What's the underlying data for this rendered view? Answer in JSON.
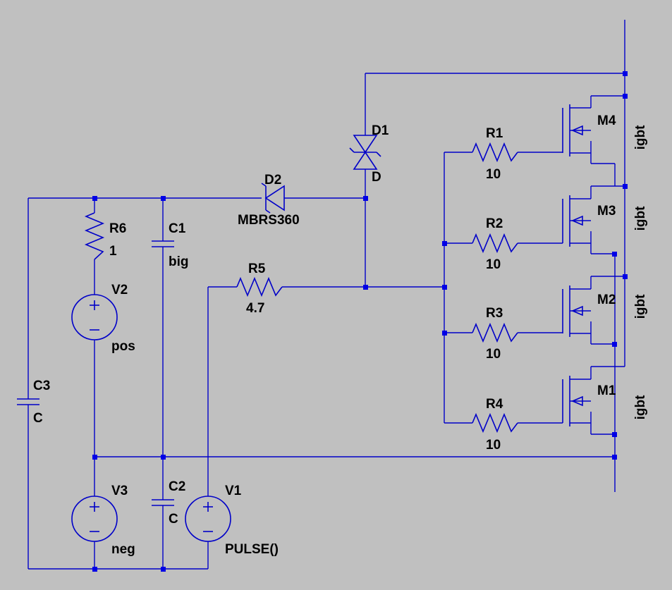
{
  "components": {
    "R1": {
      "ref": "R1",
      "value": "10"
    },
    "R2": {
      "ref": "R2",
      "value": "10"
    },
    "R3": {
      "ref": "R3",
      "value": "10"
    },
    "R4": {
      "ref": "R4",
      "value": "10"
    },
    "R5": {
      "ref": "R5",
      "value": "4.7"
    },
    "R6": {
      "ref": "R6",
      "value": "1"
    },
    "C1": {
      "ref": "C1",
      "value": "big"
    },
    "C2": {
      "ref": "C2",
      "value": "C"
    },
    "C3": {
      "ref": "C3",
      "value": "C"
    },
    "D1": {
      "ref": "D1",
      "value": "D"
    },
    "D2": {
      "ref": "D2",
      "value": "MBRS360"
    },
    "V1": {
      "ref": "V1",
      "value": "PULSE()"
    },
    "V2": {
      "ref": "V2",
      "value": "pos"
    },
    "V3": {
      "ref": "V3",
      "value": "neg"
    },
    "M1": {
      "ref": "M1",
      "value": "igbt"
    },
    "M2": {
      "ref": "M2",
      "value": "igbt"
    },
    "M3": {
      "ref": "M3",
      "value": "igbt"
    },
    "M4": {
      "ref": "M4",
      "value": "igbt"
    }
  },
  "colors": {
    "background": "#c0c0c0",
    "wire": "#0000c8",
    "junction": "#0000e6",
    "text": "#000000"
  }
}
